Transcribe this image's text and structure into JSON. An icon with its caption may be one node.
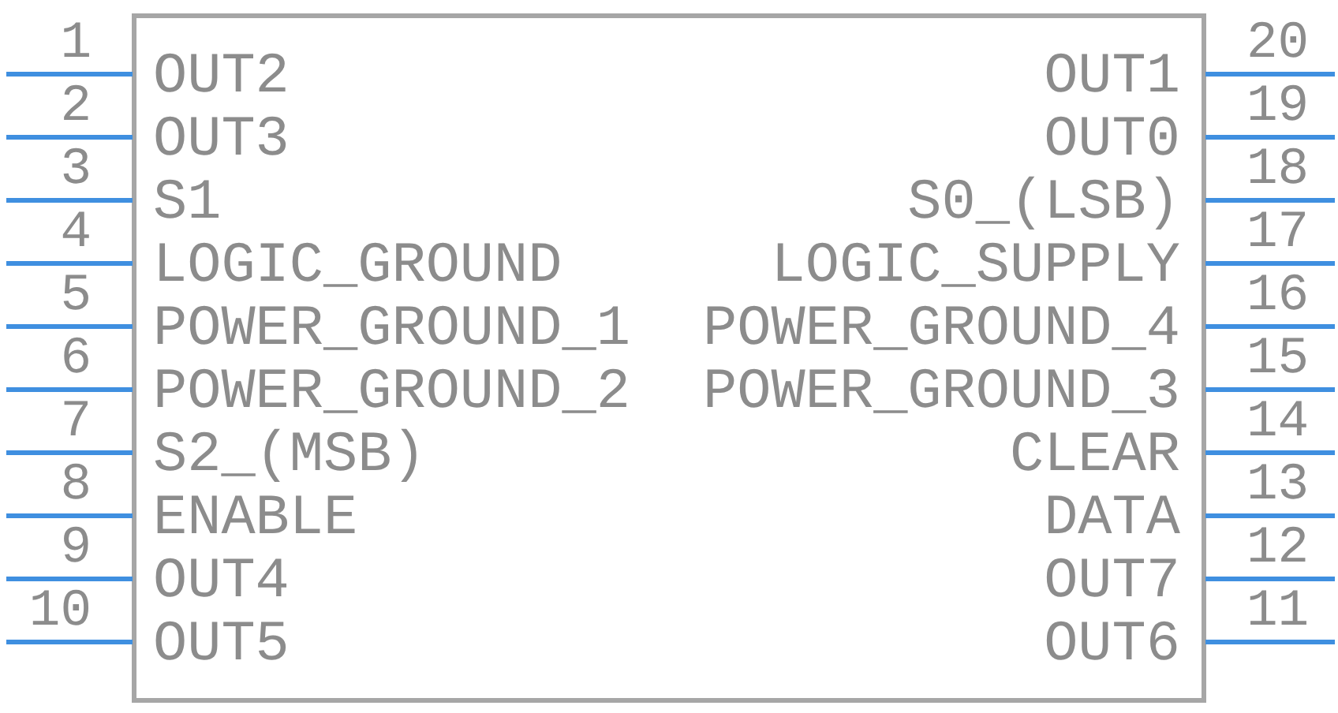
{
  "diagram": {
    "labels": [
      "1",
      "OUT2",
      "2",
      "OUT3",
      "3",
      "S1",
      "4",
      "LOGIC_GROUND",
      "5",
      "POWER_GROUND_1",
      "6",
      "POWER_GROUND_2",
      "7",
      "S2_(MSB)",
      "8",
      "ENABLE",
      "9",
      "OUT4",
      "10",
      "OUT5",
      "20",
      "OUT1",
      "19",
      "OUT0",
      "18",
      "S0_(LSB)",
      "17",
      "LOGIC_SUPPLY",
      "16",
      "POWER_GROUND_4",
      "15",
      "POWER_GROUND_3",
      "14",
      "CLEAR",
      "13",
      "DATA",
      "12",
      "OUT7",
      "11",
      "OUT6"
    ]
  }
}
